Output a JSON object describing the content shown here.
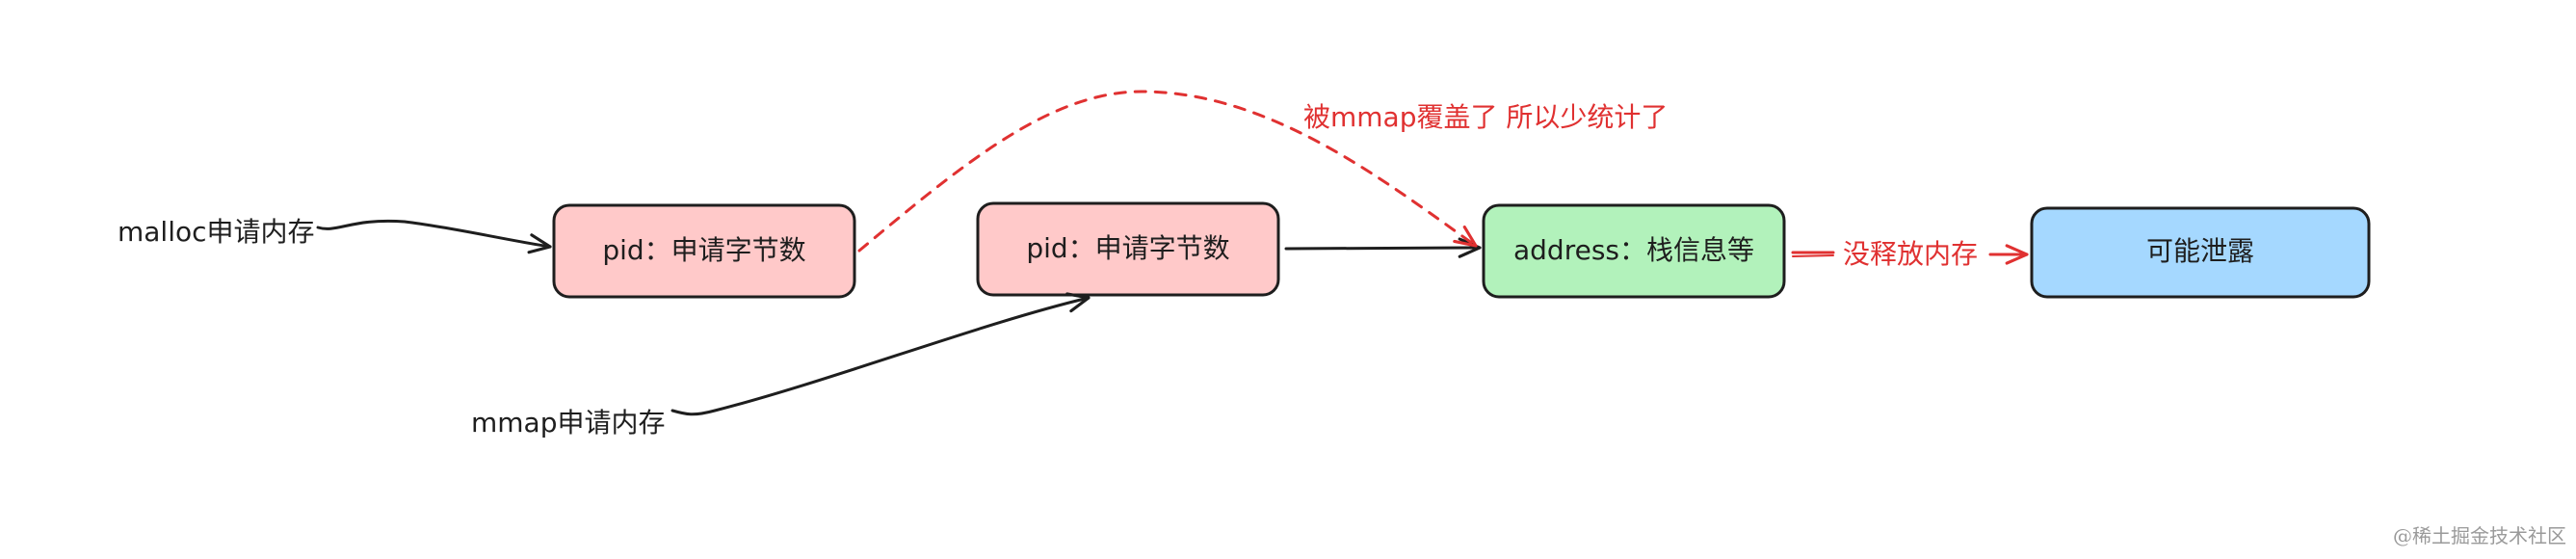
{
  "nodes": {
    "pid_malloc": {
      "label": "pid：申请字节数",
      "fill": "#ffc9c9"
    },
    "pid_mmap": {
      "label": "pid：申请字节数",
      "fill": "#ffc9c9"
    },
    "address": {
      "label": "address：栈信息等",
      "fill": "#b2f2bb"
    },
    "leak": {
      "label": "可能泄露",
      "fill": "#a5d8ff"
    }
  },
  "sources": {
    "malloc": "malloc申请内存",
    "mmap": "mmap申请内存"
  },
  "edges": {
    "overwrite_label": "被mmap覆盖了 所以少统计了",
    "not_freed_label": "没释放内存"
  },
  "colors": {
    "stroke": "#1e1e1e",
    "accent_red": "#e03131"
  },
  "watermark": "@稀土掘金技术社区"
}
